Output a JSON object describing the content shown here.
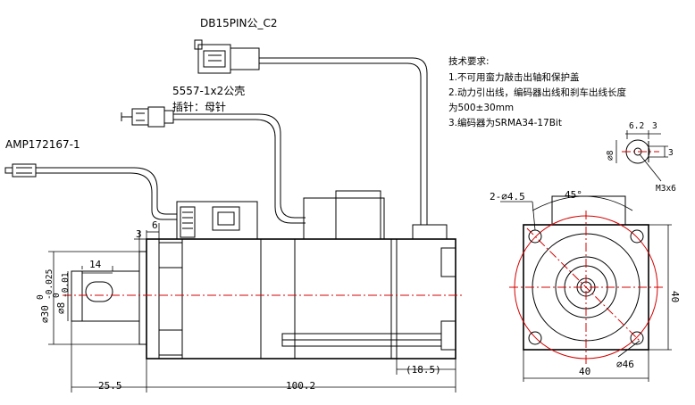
{
  "labels": {
    "db15": "DB15PIN公_C2",
    "conn5557": "5557-1x2公壳",
    "pin": "插针：母针",
    "amp": "AMP172167-1"
  },
  "notes": {
    "title": "技术要求:",
    "line1": "1.不可用蛮力敲击出轴和保护盖",
    "line2": "2.动力引出线，编码器出线和刹车出线长度",
    "line3": "为500±30mm",
    "line4": "3.编码器为SRMA34-17Bit"
  },
  "dims": {
    "d3": "3",
    "d6": "6",
    "d14": "14",
    "d25_5": "25.5",
    "d100_2": "100.2",
    "d18_5": "(18.5)",
    "shaft30": "∅30",
    "shaft30_tol_top": "0",
    "shaft30_tol_bot": "-0.025",
    "shaft8": "∅8",
    "shaft8_tol_top": "0",
    "shaft8_tol_bot": "-0.01",
    "holes": "2-∅4.5",
    "angle": "45°",
    "side40": "40",
    "bottom40": "40",
    "pcd": "∅46",
    "key6_2": "6.2",
    "key3top": "3",
    "key8": "∅8",
    "key3": "3",
    "thread": "M3x6"
  }
}
